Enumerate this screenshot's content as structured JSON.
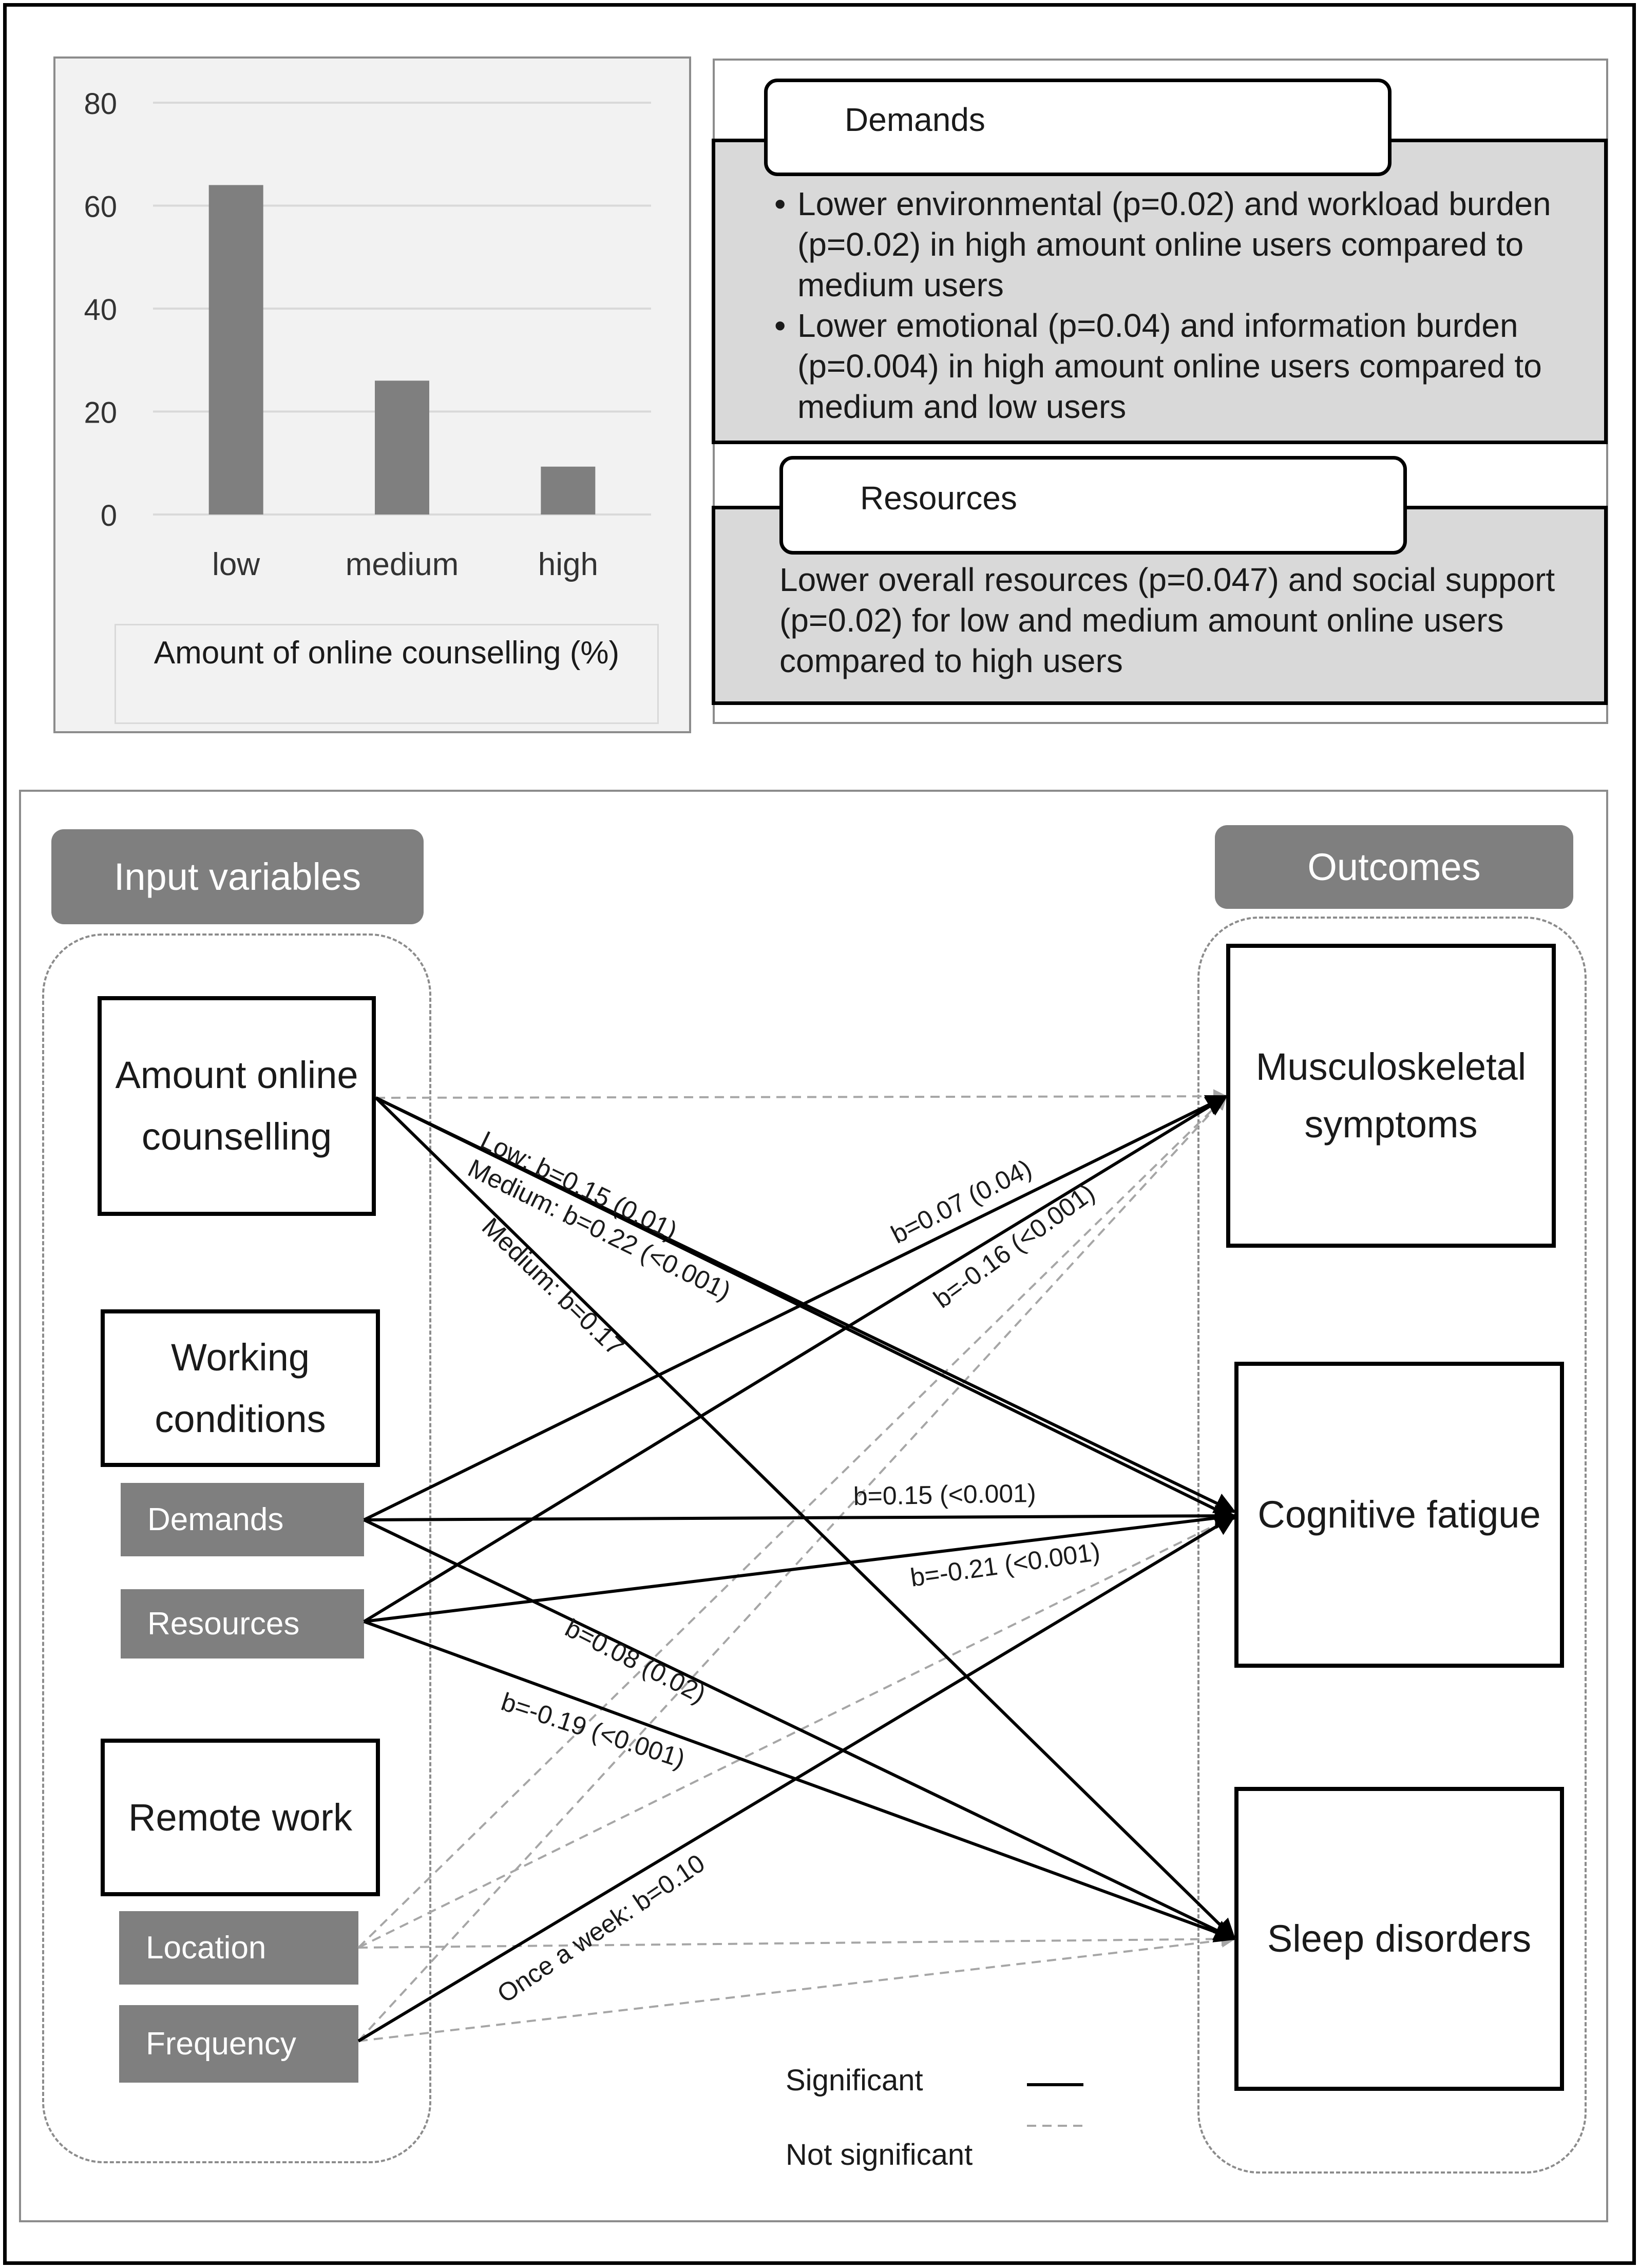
{
  "chart": {
    "xlabel": "Amount of online counselling (%)"
  },
  "chart_data": {
    "type": "bar",
    "categories": [
      "low",
      "medium",
      "high"
    ],
    "values": [
      64,
      26,
      9.3
    ],
    "ylim": [
      0,
      80
    ],
    "yticks": [
      0,
      20,
      40,
      60,
      80
    ],
    "xlabel": "Amount of online counselling (%)",
    "ylabel": "",
    "title": "",
    "grid": true,
    "bar_color": "#7f7f7f"
  },
  "findings": {
    "demands": {
      "title": "Demands",
      "bullets": [
        "Lower environmental (p=0.02) and workload burden (p=0.02) in high amount online users compared to medium users",
        "Lower emotional (p=0.04) and information burden (p=0.004) in high amount online users compared to medium and low users"
      ]
    },
    "resources": {
      "title": "Resources",
      "text": "Lower overall resources (p=0.047) and social support (p=0.02) for low and medium amount online users compared to high users"
    }
  },
  "model": {
    "input_header": "Input variables",
    "outcomes_header": "Outcomes",
    "inputs": {
      "amount": "Amount online counselling",
      "working": "Working conditions",
      "demands": "Demands",
      "resources": "Resources",
      "remote": "Remote work",
      "location": "Location",
      "frequency": "Frequency"
    },
    "outcomes": {
      "msk": "Musculoskeletal symptoms",
      "cog": "Cognitive fatigue",
      "sleep": "Sleep disorders"
    },
    "paths": [
      {
        "from": "amount",
        "to": "msk",
        "significant": false,
        "label": ""
      },
      {
        "from": "amount",
        "to": "cog",
        "significant": true,
        "label": "Low: b=0.15 (0.01)"
      },
      {
        "from": "amount",
        "to": "cog",
        "significant": true,
        "label": "Medium: b=0.22 (<0.001)"
      },
      {
        "from": "amount",
        "to": "sleep",
        "significant": true,
        "label": "Medium: b=0.17"
      },
      {
        "from": "demands",
        "to": "msk",
        "significant": true,
        "label": "b=0.07 (0.04)"
      },
      {
        "from": "demands",
        "to": "cog",
        "significant": true,
        "label": "b=0.15 (<0.001)"
      },
      {
        "from": "demands",
        "to": "sleep",
        "significant": true,
        "label": "b=0.08 (0.02)"
      },
      {
        "from": "resources",
        "to": "msk",
        "significant": true,
        "label": "b=-0.16 (<0.001)"
      },
      {
        "from": "resources",
        "to": "cog",
        "significant": true,
        "label": "b=-0.21 (<0.001)"
      },
      {
        "from": "resources",
        "to": "sleep",
        "significant": true,
        "label": "b=-0.19 (<0.001)"
      },
      {
        "from": "location",
        "to": "msk",
        "significant": false,
        "label": ""
      },
      {
        "from": "location",
        "to": "cog",
        "significant": false,
        "label": ""
      },
      {
        "from": "location",
        "to": "sleep",
        "significant": false,
        "label": ""
      },
      {
        "from": "frequency",
        "to": "msk",
        "significant": false,
        "label": ""
      },
      {
        "from": "frequency",
        "to": "cog",
        "significant": true,
        "label": "Once a week: b=0.10"
      },
      {
        "from": "frequency",
        "to": "sleep",
        "significant": false,
        "label": ""
      }
    ],
    "legend": {
      "significant": "Significant",
      "not_significant": "Not significant"
    },
    "colors": {
      "significant": "#000000",
      "not_significant": "#a6a6a6",
      "header_fill": "#7f7f7f"
    }
  }
}
